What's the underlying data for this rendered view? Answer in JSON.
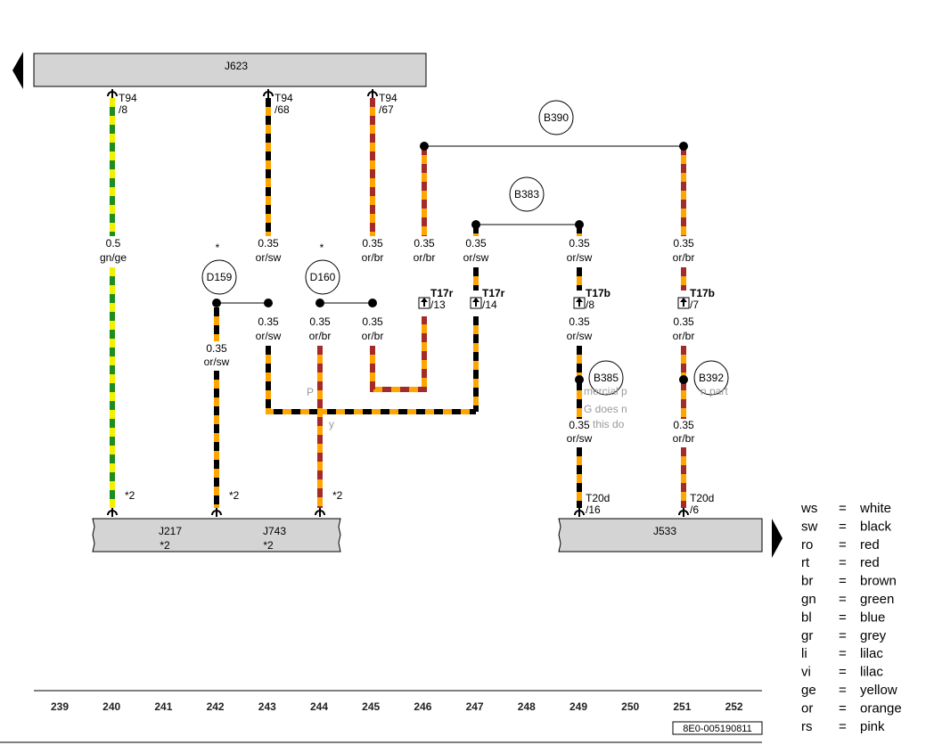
{
  "colors": {
    "or": "#ffa500",
    "sw": "#000000",
    "br": "#a52a2a",
    "gn": "#1e8c1e",
    "ge": "#f0f000",
    "box": "#d4d4d4"
  },
  "modules": {
    "j623": "J623",
    "j217": "J217",
    "j217_note": "*2",
    "j743": "J743",
    "j743_note": "*2",
    "j533": "J533"
  },
  "wires": {
    "w240": {
      "size": "0.5",
      "color": "gn/ge",
      "conn": "T94",
      "pin": "/8",
      "note": "*2"
    },
    "w243": {
      "size": "0.35",
      "color": "or/sw",
      "conn": "T94",
      "pin": "/68",
      "size2": "0.35",
      "color2": "or/sw"
    },
    "w245": {
      "size": "0.35",
      "color": "or/br",
      "conn": "T94",
      "pin": "/67",
      "size2": "0.35",
      "color2": "or/br"
    },
    "w246": {
      "size": "0.35",
      "color": "or/br",
      "conn": "T17r",
      "pin": "/13"
    },
    "w247": {
      "size": "0.35",
      "color": "or/sw",
      "conn": "T17r",
      "pin": "/14"
    },
    "w249": {
      "size": "0.35",
      "color": "or/sw",
      "conn": "T17b",
      "pin": "/8",
      "size2": "0.35",
      "color2": "or/sw",
      "size3": "0.35",
      "color3": "or/sw",
      "conn2": "T20d",
      "pin2": "/16"
    },
    "w251": {
      "size": "0.35",
      "color": "or/br",
      "conn": "T17b",
      "pin": "/7",
      "size2": "0.35",
      "color2": "or/br",
      "size3": "0.35",
      "color3": "or/br",
      "conn2": "T20d",
      "pin2": "/6"
    },
    "w242": {
      "size": "0.35",
      "color": "or/sw",
      "note": "*2"
    },
    "w244": {
      "size": "0.35",
      "color": "or/br",
      "note": "*2"
    }
  },
  "splices": {
    "d159": "D159",
    "d159_star": "*",
    "d160": "D160",
    "d160_star": "*",
    "b390": "B390",
    "b383": "B383",
    "b385": "B385",
    "b392": "B392"
  },
  "columns": [
    "239",
    "240",
    "241",
    "242",
    "243",
    "244",
    "245",
    "246",
    "247",
    "248",
    "249",
    "250",
    "251",
    "252"
  ],
  "doc_ref": "8E0-005190811",
  "watermark": [
    "P",
    "y",
    "mercial p",
    "n part",
    "G does n",
    "this do"
  ],
  "legend": [
    {
      "code": "ws",
      "eq": "=",
      "name": "white"
    },
    {
      "code": "sw",
      "eq": "=",
      "name": "black"
    },
    {
      "code": "ro",
      "eq": "=",
      "name": "red"
    },
    {
      "code": "rt",
      "eq": "=",
      "name": "red"
    },
    {
      "code": "br",
      "eq": "=",
      "name": "brown"
    },
    {
      "code": "gn",
      "eq": "=",
      "name": "green"
    },
    {
      "code": "bl",
      "eq": "=",
      "name": "blue"
    },
    {
      "code": "gr",
      "eq": "=",
      "name": "grey"
    },
    {
      "code": "li",
      "eq": "=",
      "name": "lilac"
    },
    {
      "code": "vi",
      "eq": "=",
      "name": "lilac"
    },
    {
      "code": "ge",
      "eq": "=",
      "name": "yellow"
    },
    {
      "code": "or",
      "eq": "=",
      "name": "orange"
    },
    {
      "code": "rs",
      "eq": "=",
      "name": "pink"
    }
  ]
}
